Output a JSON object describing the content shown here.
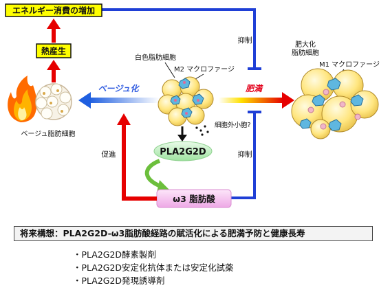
{
  "energy_box": "エネルギー消費の増加",
  "thermogenesis_box": "熱産生",
  "suppression_top": "抑制",
  "suppression_bottom": "抑制",
  "white_adipocyte": "白色脂肪細胞",
  "m2_macrophage": "M2 マクロファージ",
  "beige_adipocyte": "ベージュ脂肪細胞",
  "beige_ization": "ベージュ化",
  "obesity": "肥満",
  "hypertrophic_adipocyte_line1": "肥大化",
  "hypertrophic_adipocyte_line2": "脂肪細胞",
  "m1_macrophage": "M1 マクロファージ",
  "extracellular_vesicle": "細胞外小胞?",
  "pla2g2d": "PLA2G2D",
  "promotion": "促進",
  "omega3": "ω3 脂肪酸",
  "strategy_title": "将来構想：PLA2G2D-ω3脂肪酸経路の賦活化による肥満予防と健康長寿",
  "strategies": [
    "・PLA2G2D酵素製剤",
    "・PLA2G2D安定化抗体または安定化試薬",
    "・PLA2G2D発現誘導剤"
  ],
  "colors": {
    "yellow_box": "#ffff00",
    "red_arrow": "#e60000",
    "blue_line": "#1f3fd6",
    "beige_text": "#2f5be0",
    "obesity_text": "#e3001b",
    "pla2g2d_fill": "#bff0c0",
    "omega3_fill": "#f7c6f0",
    "green_arrow": "#6cbf3c"
  }
}
